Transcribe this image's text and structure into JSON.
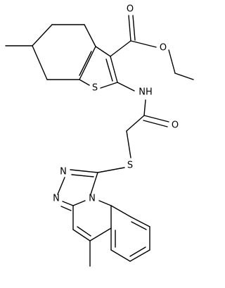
{
  "atom_labels": {
    "O_ester_carbonyl": "O",
    "O_ester_ether": "O",
    "S_thiophene": "S",
    "NH_amide": "NH",
    "O_amide": "O",
    "S_thioether": "S",
    "N_triazole_1": "N",
    "N_triazole_2": "N",
    "N_bridgehead": "N"
  }
}
